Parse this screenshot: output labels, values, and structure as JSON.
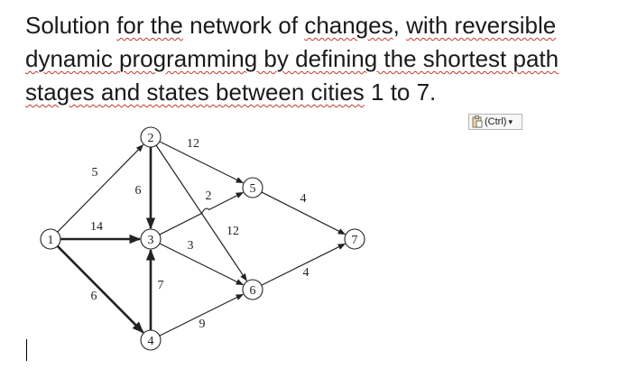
{
  "document": {
    "words": [
      {
        "text": "Solution ",
        "misspelled": false
      },
      {
        "text": "for the",
        "misspelled": true
      },
      {
        "text": " network of ",
        "misspelled": false
      },
      {
        "text": "changes",
        "misspelled": true
      },
      {
        "text": ", ",
        "misspelled": false
      },
      {
        "text": "with reversible",
        "misspelled": true
      },
      {
        "text": " ",
        "misspelled": false
      },
      {
        "text": "dynamic programming by defining the shortest path stages and states between cities",
        "misspelled": true
      },
      {
        "text": " 1 to 7.",
        "misspelled": false
      }
    ]
  },
  "paste_options": {
    "label": "(Ctrl)",
    "icon": "clipboard-icon",
    "arrow": "▾"
  },
  "graph": {
    "nodes": [
      {
        "id": "1",
        "label": "1"
      },
      {
        "id": "2",
        "label": "2"
      },
      {
        "id": "3",
        "label": "3"
      },
      {
        "id": "4",
        "label": "4"
      },
      {
        "id": "5",
        "label": "5"
      },
      {
        "id": "6",
        "label": "6"
      },
      {
        "id": "7",
        "label": "7"
      }
    ],
    "edges": [
      {
        "from": "1",
        "to": "2",
        "weight": "5",
        "bold": false
      },
      {
        "from": "1",
        "to": "3",
        "weight": "14",
        "bold": true
      },
      {
        "from": "1",
        "to": "4",
        "weight": "6",
        "bold": true
      },
      {
        "from": "2",
        "to": "3",
        "weight": "6",
        "bold": true
      },
      {
        "from": "2",
        "to": "5",
        "weight": "12",
        "bold": false
      },
      {
        "from": "2",
        "to": "6",
        "weight": "12",
        "bold": false
      },
      {
        "from": "3",
        "to": "5",
        "weight": "2",
        "bold": false
      },
      {
        "from": "3",
        "to": "6",
        "weight": "3",
        "bold": false
      },
      {
        "from": "4",
        "to": "3",
        "weight": "7",
        "bold": true
      },
      {
        "from": "4",
        "to": "6",
        "weight": "9",
        "bold": false
      },
      {
        "from": "5",
        "to": "7",
        "weight": "4",
        "bold": false
      },
      {
        "from": "6",
        "to": "7",
        "weight": "4",
        "bold": false
      }
    ]
  }
}
